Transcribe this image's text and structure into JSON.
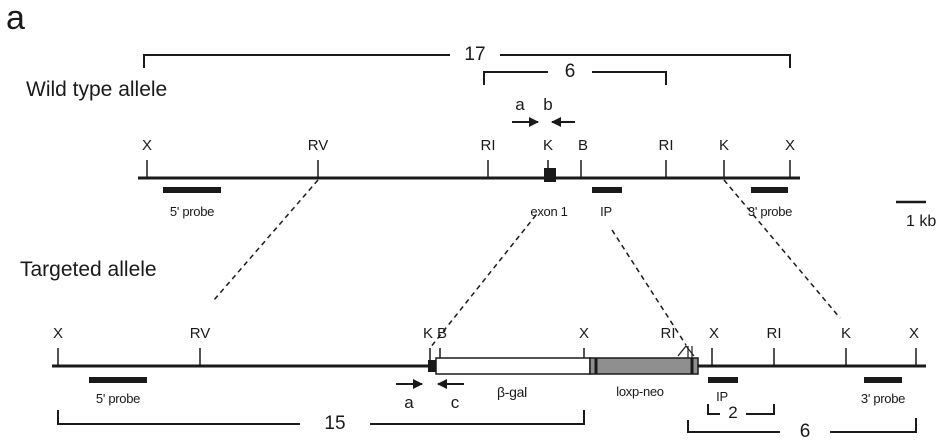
{
  "panel_label": "a",
  "wild_type": {
    "title": "Wild type allele",
    "sites": [
      "X",
      "RV",
      "RI",
      "K",
      "B",
      "RI",
      "K",
      "X"
    ],
    "exon_label": "exon 1",
    "probe_5": "5' probe",
    "probe_ip": "IP",
    "probe_3": "3' probe",
    "fragment_17": "17",
    "fragment_6": "6",
    "primer_a": "a",
    "primer_b": "b"
  },
  "scale_bar": "1 kb",
  "targeted": {
    "title": "Targeted allele",
    "sites": [
      "X",
      "RV",
      "K",
      "B",
      "X",
      "RI",
      "X",
      "RI",
      "K",
      "X"
    ],
    "bgal_label": "β-gal",
    "neo_label": "loxp-neo",
    "probe_5": "5' probe",
    "probe_ip": "IP",
    "probe_3": "3' probe",
    "fragment_15": "15",
    "fragment_2": "2",
    "fragment_6": "6",
    "primer_a": "a",
    "primer_c": "c"
  }
}
